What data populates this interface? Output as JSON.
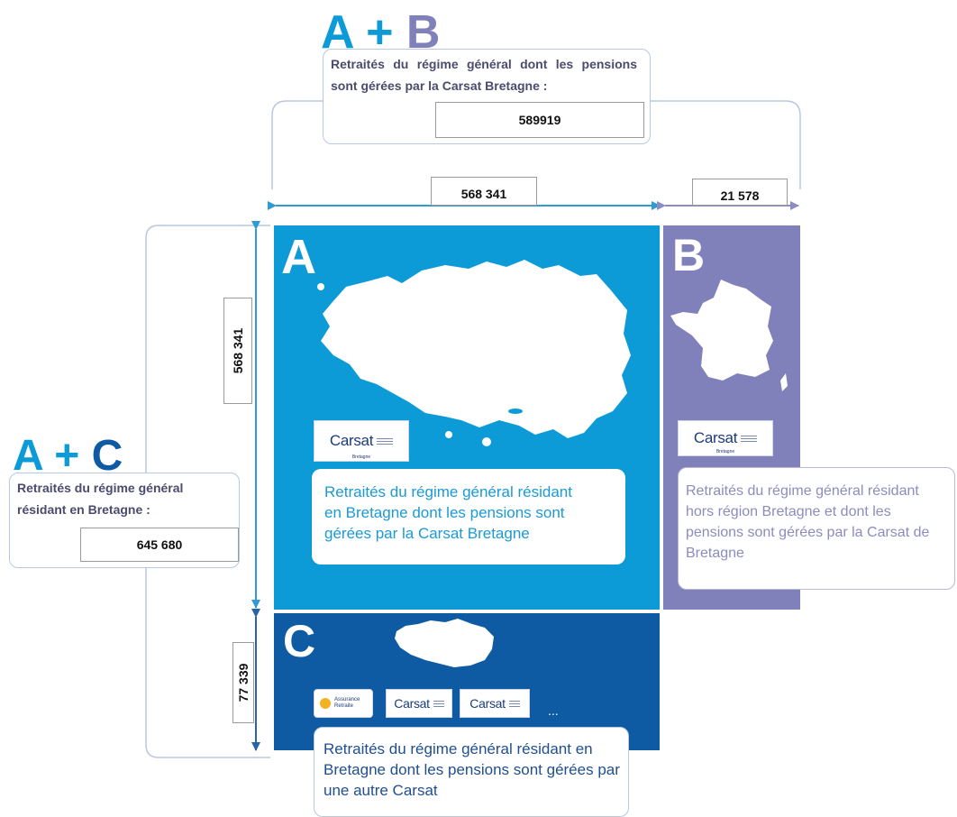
{
  "top_summary": {
    "heading_a": "A",
    "heading_plus": "+",
    "heading_b": "B",
    "text": "Retraités du régime général dont les pensions sont gérées par la Carsat Bretagne :",
    "value": "589919"
  },
  "left_summary": {
    "heading_a": "A",
    "heading_plus": "+",
    "heading_c": "C",
    "text": "Retraités du régime général résidant en Bretagne :",
    "value": "645 680"
  },
  "dimensions": {
    "width_a": "568 341",
    "width_b": "21 578",
    "height_a": "568 341",
    "height_c": "77 339"
  },
  "box_a": {
    "letter": "A",
    "logo_name": "Carsat",
    "logo_sub": "Bretagne",
    "text": "Retraités du régime général résidant en Bretagne dont les pensions sont gérées par la Carsat Bretagne"
  },
  "box_b": {
    "letter": "B",
    "logo_name": "Carsat",
    "logo_sub": "Bretagne",
    "text": "Retraités du régime général résidant hors région Bretagne et dont les pensions sont gérées par la Carsat de Bretagne"
  },
  "box_c": {
    "letter": "C",
    "logo_other": "Assurance Retraite",
    "logo2_name": "Carsat",
    "logo3_name": "Carsat",
    "ellipsis": "...",
    "text": "Retraités du régime général résidant en Bretagne dont les pensions sont gérées par une autre Carsat"
  },
  "colors": {
    "box_a": "#0d9bd7",
    "box_b": "#8080ba",
    "box_c": "#0e5aa3",
    "heading_blue": "#0d9bd7",
    "heading_purple": "#8080ba",
    "heading_navy": "#0e5aa3"
  }
}
